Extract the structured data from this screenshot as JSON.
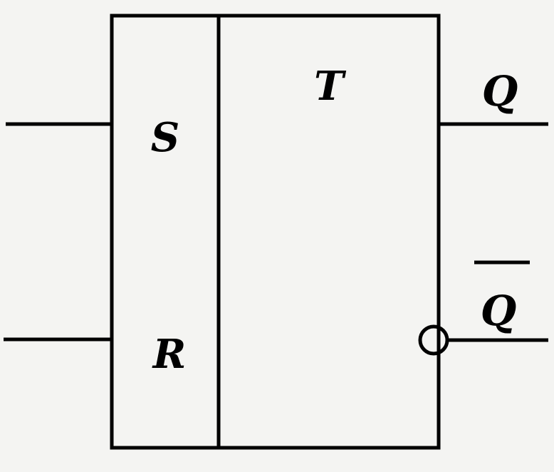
{
  "diagram": {
    "labels": {
      "set_input": "S",
      "reset_input": "R",
      "function": "T",
      "output": "Q",
      "inverted_output": "Q"
    },
    "inverted_output_overline": true,
    "colors": {
      "ink": "#000000",
      "paper": "#f4f4f2"
    }
  }
}
